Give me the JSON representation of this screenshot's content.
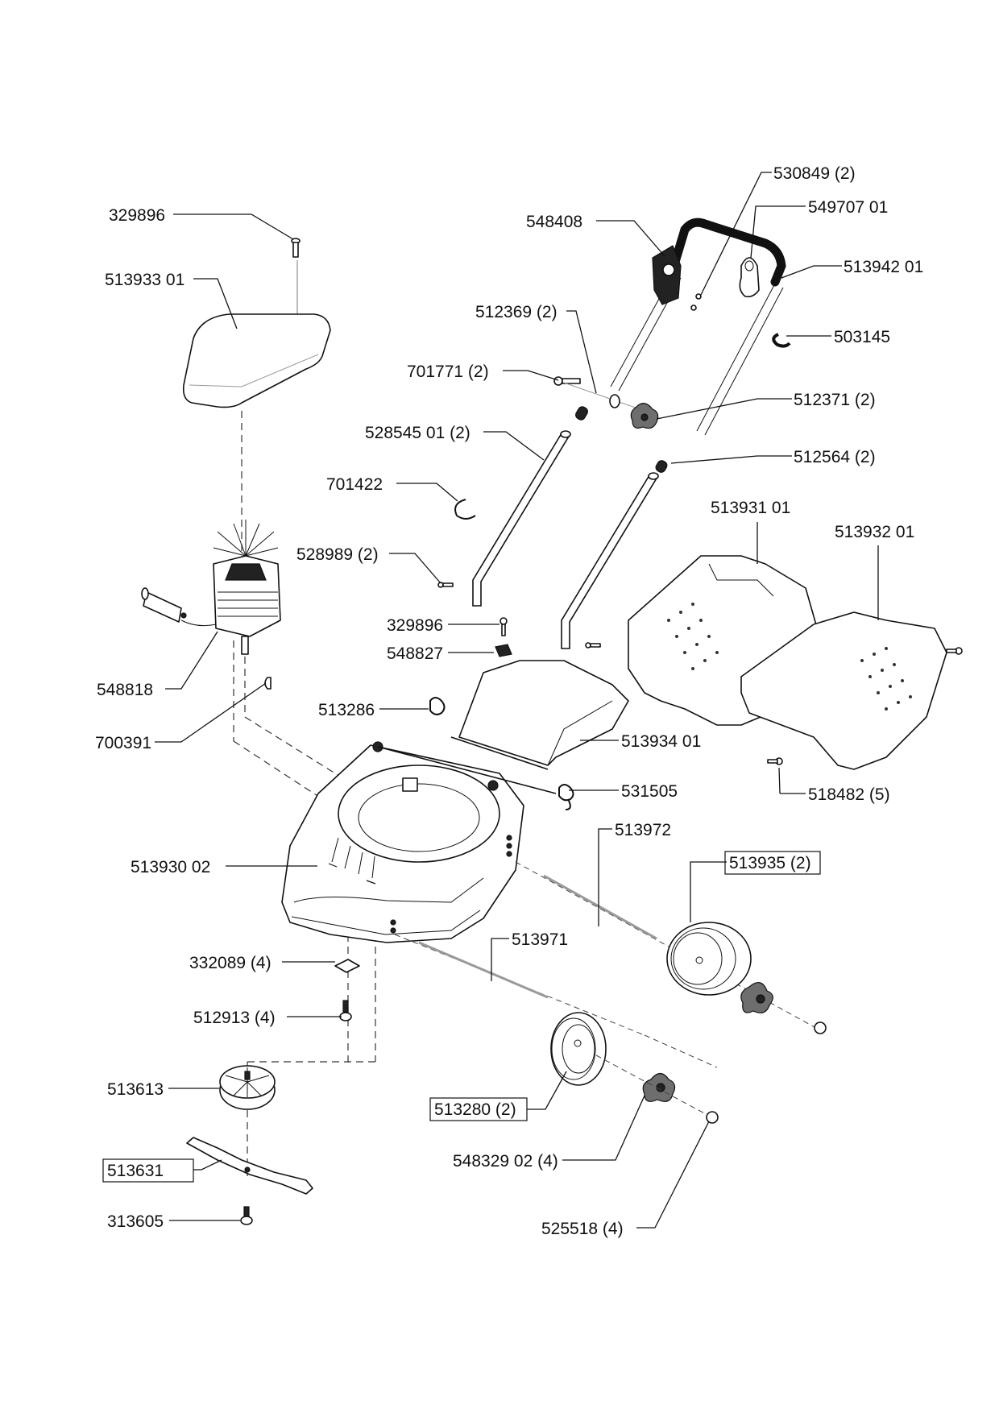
{
  "diagram": {
    "type": "exploded parts diagram",
    "subject": "electric lawn mower",
    "parts": [
      {
        "id": "p-329896-top",
        "label": "329896",
        "boxed": false
      },
      {
        "id": "p-513933",
        "label": "513933 01",
        "boxed": false
      },
      {
        "id": "p-548408",
        "label": "548408",
        "boxed": false
      },
      {
        "id": "p-530849",
        "label": "530849 (2)",
        "boxed": false
      },
      {
        "id": "p-549707",
        "label": "549707 01",
        "boxed": false
      },
      {
        "id": "p-513942",
        "label": "513942 01",
        "boxed": false
      },
      {
        "id": "p-512369",
        "label": "512369 (2)",
        "boxed": false
      },
      {
        "id": "p-503145",
        "label": "503145",
        "boxed": false
      },
      {
        "id": "p-701771",
        "label": "701771 (2)",
        "boxed": false
      },
      {
        "id": "p-512371",
        "label": "512371 (2)",
        "boxed": false
      },
      {
        "id": "p-528545",
        "label": "528545 01 (2)",
        "boxed": false
      },
      {
        "id": "p-512564",
        "label": "512564 (2)",
        "boxed": false
      },
      {
        "id": "p-701422",
        "label": "701422",
        "boxed": false
      },
      {
        "id": "p-513931",
        "label": "513931 01",
        "boxed": false
      },
      {
        "id": "p-513932",
        "label": "513932 01",
        "boxed": false
      },
      {
        "id": "p-528989",
        "label": "528989 (2)",
        "boxed": false
      },
      {
        "id": "p-329896-mid",
        "label": "329896",
        "boxed": false
      },
      {
        "id": "p-548827",
        "label": "548827",
        "boxed": false
      },
      {
        "id": "p-548818",
        "label": "548818",
        "boxed": false
      },
      {
        "id": "p-513286",
        "label": "513286",
        "boxed": false
      },
      {
        "id": "p-700391",
        "label": "700391",
        "boxed": false
      },
      {
        "id": "p-513934",
        "label": "513934 01",
        "boxed": false
      },
      {
        "id": "p-531505",
        "label": "531505",
        "boxed": false
      },
      {
        "id": "p-518482",
        "label": "518482 (5)",
        "boxed": false
      },
      {
        "id": "p-513972",
        "label": "513972",
        "boxed": false
      },
      {
        "id": "p-513935",
        "label": "513935 (2)",
        "boxed": true
      },
      {
        "id": "p-513930",
        "label": "513930 02",
        "boxed": false
      },
      {
        "id": "p-513971",
        "label": "513971",
        "boxed": false
      },
      {
        "id": "p-332089",
        "label": "332089 (4)",
        "boxed": false
      },
      {
        "id": "p-512913",
        "label": "512913 (4)",
        "boxed": false
      },
      {
        "id": "p-513613",
        "label": "513613",
        "boxed": false
      },
      {
        "id": "p-513280",
        "label": "513280 (2)",
        "boxed": true
      },
      {
        "id": "p-513631",
        "label": "513631",
        "boxed": true
      },
      {
        "id": "p-548329",
        "label": "548329 02 (4)",
        "boxed": false
      },
      {
        "id": "p-313605",
        "label": "313605",
        "boxed": false
      },
      {
        "id": "p-525518",
        "label": "525518 (4)",
        "boxed": false
      }
    ]
  }
}
